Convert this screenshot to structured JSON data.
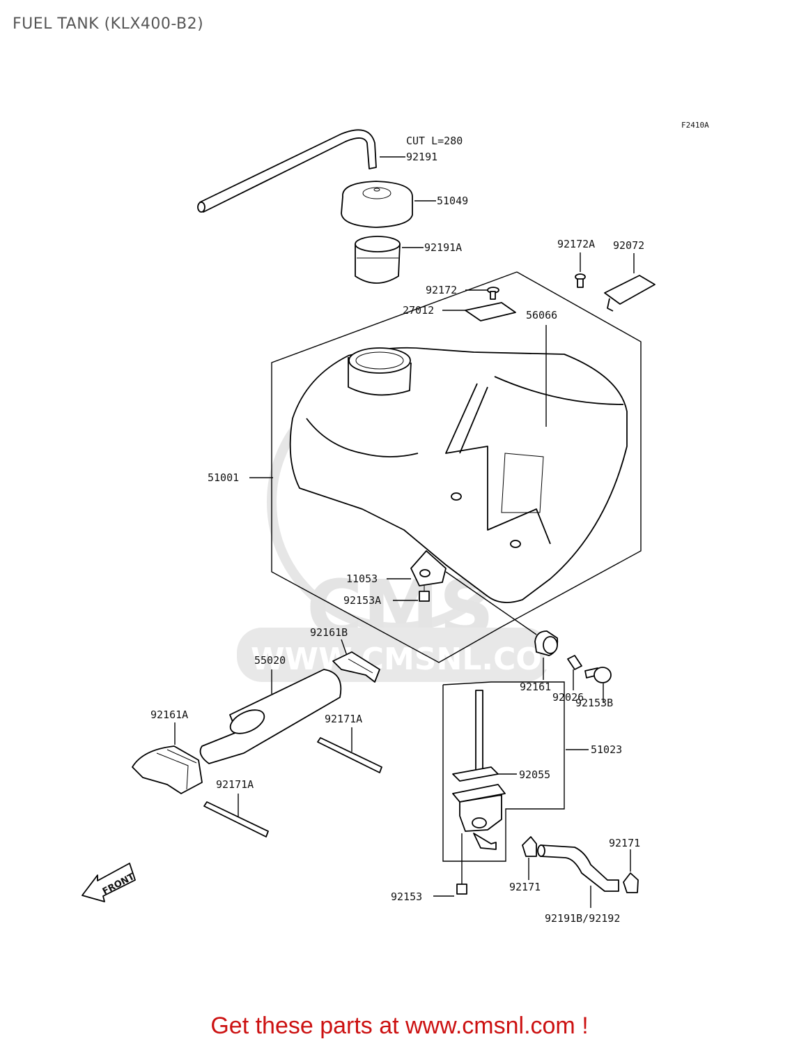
{
  "header": {
    "title": "FUEL TANK (KLX400-B2)"
  },
  "diagram": {
    "figure_code": "F2410A",
    "cut_note": "CUT L=280",
    "front_label": "FRONT",
    "watermark": {
      "logo_text": "CMS",
      "url_text": "WWW.CMSNL.COM"
    },
    "callouts": {
      "p92191": "92191",
      "p51049": "51049",
      "p92191A": "92191A",
      "p92172A": "92172A",
      "p92072": "92072",
      "p92172": "92172",
      "p27012": "27012",
      "p56066": "56066",
      "p51001": "51001",
      "p11053": "11053",
      "p92153A": "92153A",
      "p92161B": "92161B",
      "p55020": "55020",
      "p92161": "92161",
      "p92026": "92026",
      "p92153B": "92153B",
      "p92161A": "92161A",
      "p92171A_1": "92171A",
      "p51023": "51023",
      "p92055": "92055",
      "p92171A_2": "92171A",
      "p92171_1": "92171",
      "p92171_2": "92171",
      "p92153": "92153",
      "p92191B": "92191B/92192"
    }
  },
  "footer": {
    "cta": "Get these parts at www.cmsnl.com !"
  }
}
